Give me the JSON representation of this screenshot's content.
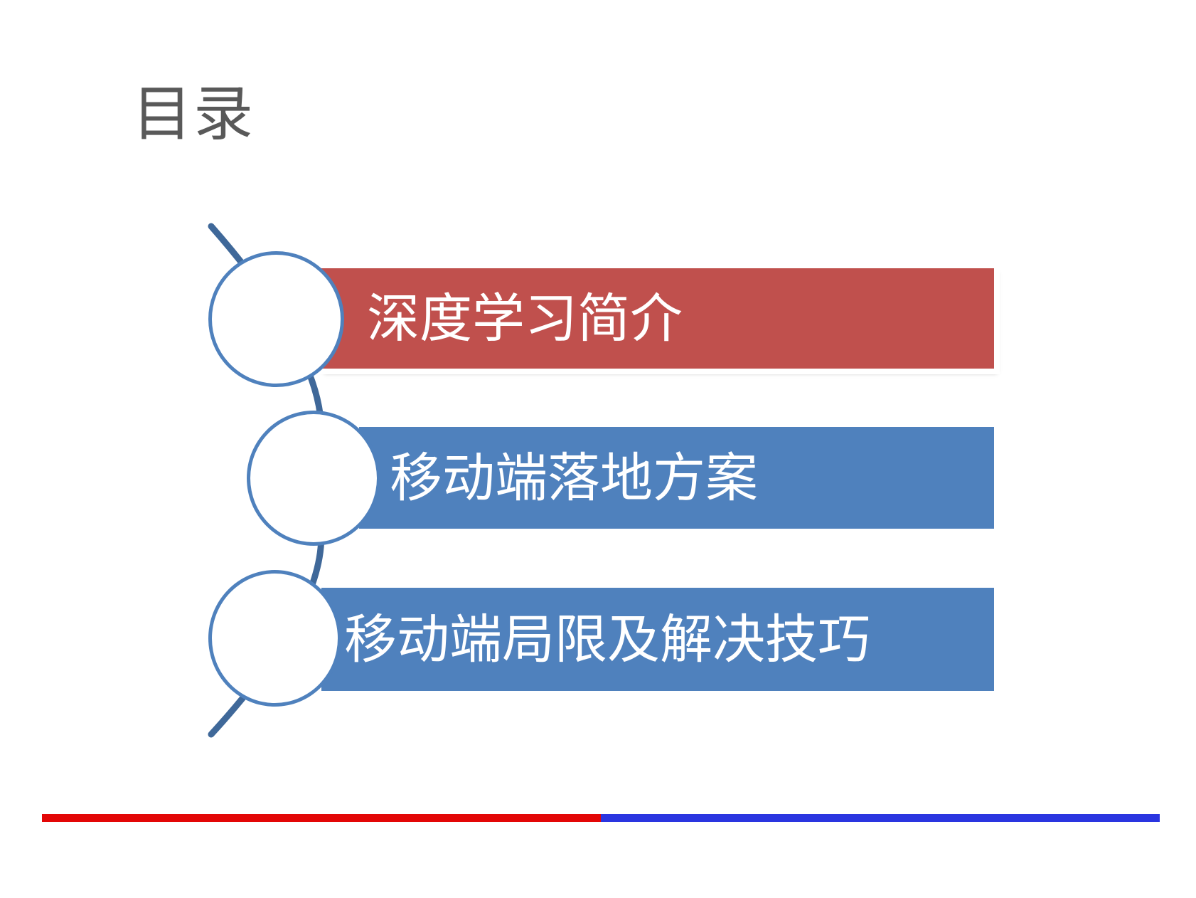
{
  "slide": {
    "title": "目录",
    "items": [
      {
        "label": "深度学习简介",
        "color": "#c0504d",
        "active": true
      },
      {
        "label": "移动端落地方案",
        "color": "#4f81bd",
        "active": false
      },
      {
        "label": "移动端局限及解决技巧",
        "color": "#4f81bd",
        "active": false
      }
    ],
    "colors": {
      "arc": "#3f6899",
      "circle_border": "#4f81bd",
      "footer_left": "#e30606",
      "footer_right": "#2a35e0",
      "title": "#595959"
    }
  }
}
